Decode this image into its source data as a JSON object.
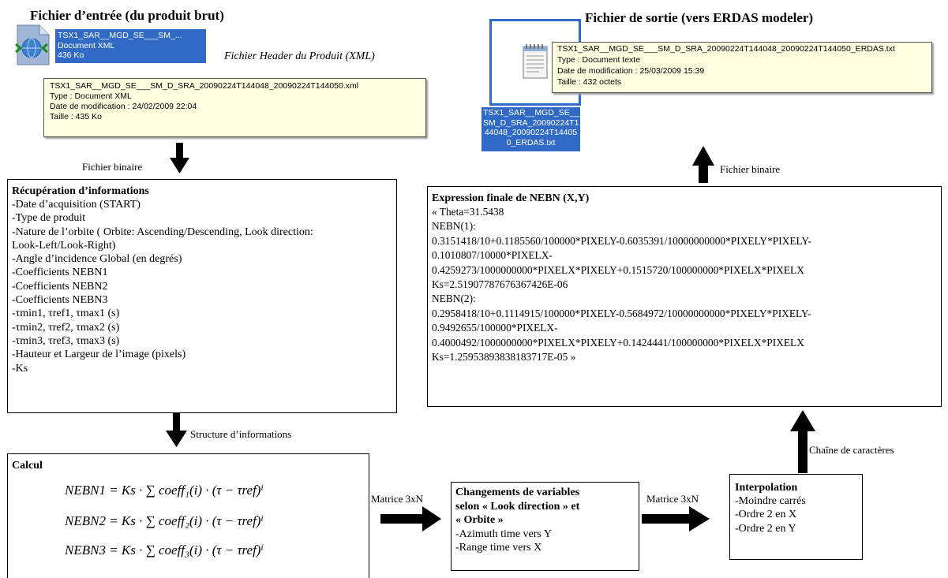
{
  "input": {
    "title": "Fichier d’entrée (du produit brut)",
    "file_label": [
      "TSX1_SAR__MGD_SE___SM_...",
      "Document XML",
      "436 Ko"
    ],
    "header_caption": "Fichier Header du Produit (XML)",
    "tooltip": [
      "TSX1_SAR__MGD_SE___SM_D_SRA_20090224T144048_20090224T144050.xml",
      "Type : Document XML",
      "Date de modification : 24/02/2009 22:04",
      "Taille  : 435 Ko"
    ],
    "icon": "xml-globe-file-icon"
  },
  "output": {
    "title": "Fichier de sortie (vers ERDAS modeler)",
    "tooltip": [
      "TSX1_SAR__MGD_SE___SM_D_SRA_20090224T144048_20090224T144050_ERDAS.txt",
      "Type : Document texte",
      "Date de modification : 25/03/2009 15:39",
      "Taille  : 432 octets"
    ],
    "file_label": [
      "TSX1_SAR__MGD_SE___",
      "SM_D_SRA_20090224T1",
      "44048_20090224T14405",
      "0_ERDAS.txt"
    ],
    "icon": "notepad-text-file-icon"
  },
  "arrows": {
    "binary_in": "Fichier binaire",
    "structure": "Structure d’informations",
    "matrix1": "Matrice 3xN",
    "matrix2": "Matrice 3xN",
    "string": "Chaîne de caractères",
    "binary_out": "Fichier binaire"
  },
  "recup": {
    "title": "Récupération d’informations",
    "lines": [
      "-Date d’acquisition (START)",
      "-Type de produit",
      "-Nature de l’orbite ( Orbite: Ascending/Descending, Look direction:",
      "Look-Left/Look-Right)",
      "-Angle d’incidence Global (en degrés)",
      "-Coefficients NEBN1",
      "-Coefficients NEBN2",
      "-Coefficients NEBN3",
      "-τmin1, τref1, τmax1 (s)",
      "-τmin2, τref2, τmax2 (s)",
      "-τmin3, τref3, τmax3 (s)",
      "-Hauteur et Largeur de l’image (pixels)",
      "-Ks"
    ]
  },
  "expression": {
    "title": "Expression finale de NEBN (X,Y)",
    "lines": [
      "« Theta=31.5438",
      "NEBN(1):",
      "0.3151418/10+0.1185560/100000*PIXELY-0.6035391/10000000000*PIXELY*PIXELY-",
      "0.1010807/10000*PIXELX-",
      "0.4259273/1000000000*PIXELX*PIXELY+0.1515720/100000000*PIXELX*PIXELX",
      "Ks=2.51907787676367426E-06",
      "NEBN(2):",
      "0.2958418/10+0.1114915/100000*PIXELY-0.5684972/10000000000*PIXELY*PIXELY-",
      "0.9492655/100000*PIXELX-",
      "0.4000492/1000000000*PIXELX*PIXELY+0.1424441/100000000*PIXELX*PIXELX",
      "Ks=1.25953893838183717E-05 »"
    ]
  },
  "calcul": {
    "title": "Calcul",
    "equations": [
      "NEBN1 = Ks · ∑ coeff₁(i) · (τ − τref)ⁱ",
      "NEBN2 = Ks · ∑ coeff₂(i) · (τ − τref)ⁱ",
      "NEBN3 = Ks · ∑ coeff₃(i) · (τ − τref)ⁱ"
    ]
  },
  "changement": {
    "title_lines": [
      "Changements de variables",
      "selon « Look direction » et",
      "« Orbite »"
    ],
    "lines": [
      "-Azimuth time vers Y",
      "-Range time vers X"
    ]
  },
  "interpolation": {
    "title": "Interpolation",
    "lines": [
      "-Moindre carrés",
      "-Ordre 2 en X",
      "-Ordre 2 en Y"
    ]
  }
}
